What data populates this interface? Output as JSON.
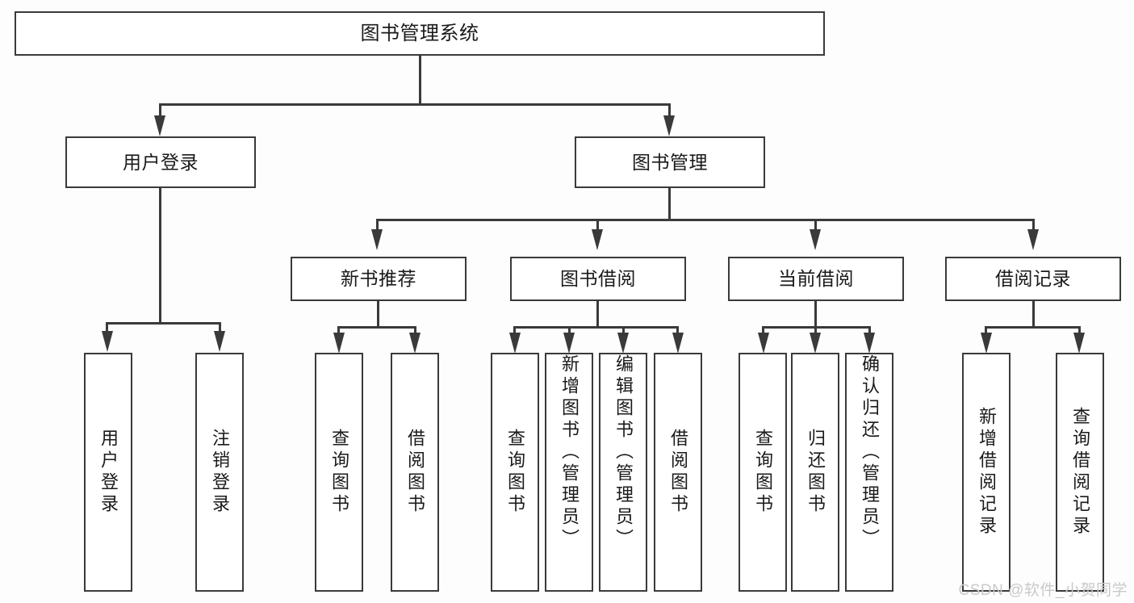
{
  "diagram": {
    "title": "图书管理系统",
    "type": "tree",
    "root": {
      "label": "图书管理系统"
    },
    "level2": [
      {
        "label": "用户登录"
      },
      {
        "label": "图书管理"
      }
    ],
    "level3": [
      {
        "label": "新书推荐"
      },
      {
        "label": "图书借阅"
      },
      {
        "label": "当前借阅"
      },
      {
        "label": "借阅记录"
      }
    ],
    "leaves": {
      "user_login": [
        {
          "label": "用户登录"
        },
        {
          "label": "注销登录"
        }
      ],
      "new_book_recommend": [
        {
          "label": "查询图书"
        },
        {
          "label": "借阅图书"
        }
      ],
      "book_borrow": [
        {
          "label": "查询图书"
        },
        {
          "label": "新增图书（管理员）"
        },
        {
          "label": "编辑图书（管理员）"
        },
        {
          "label": "借阅图书"
        }
      ],
      "current_borrow": [
        {
          "label": "查询图书"
        },
        {
          "label": "归还图书"
        },
        {
          "label": "确认归还（管理员）"
        }
      ],
      "borrow_record": [
        {
          "label": "新增借阅记录"
        },
        {
          "label": "查询借阅记录"
        }
      ]
    }
  },
  "watermark": {
    "text": "CSDN @软件_小贺同学"
  },
  "colors": {
    "border": "#3a3a3a",
    "box_fill": "#ffffff",
    "text": "#1a1a1a",
    "watermark": "#c9c9c9",
    "background": "#fdfdfd"
  }
}
